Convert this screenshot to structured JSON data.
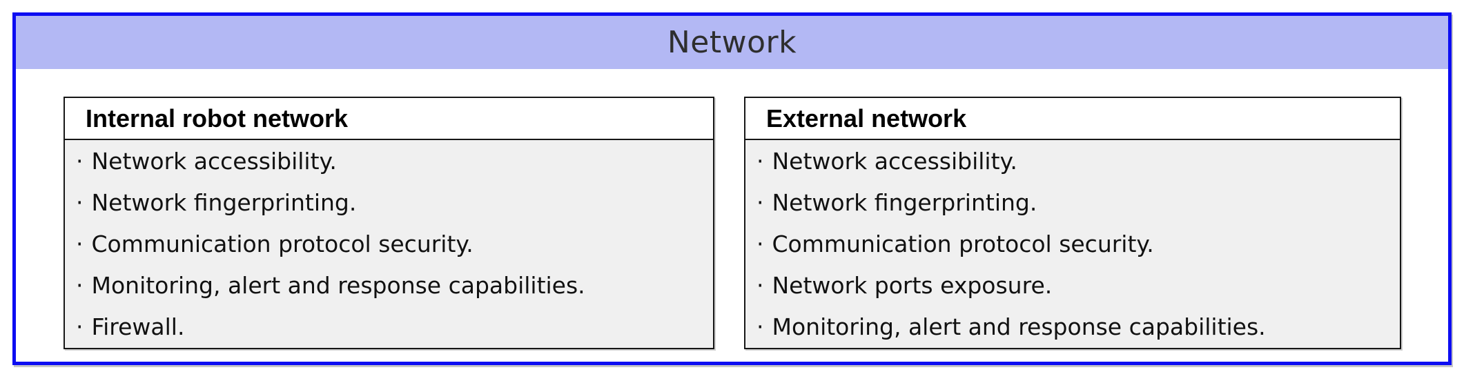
{
  "diagram": {
    "title": "Network",
    "bullet": "·",
    "colors": {
      "frame_border": "#0d0df2",
      "header_band": "#b3b8f4",
      "panel_border": "#161616",
      "panel_body_bg": "#f0f0f0",
      "title_color": "#2e2e2e",
      "text_color": "#111111"
    },
    "panels": [
      {
        "header": "Internal robot network",
        "items": [
          "Network accessibility.",
          "Network fingerprinting.",
          "Communication protocol security.",
          "Monitoring, alert and response capabilities.",
          "Firewall."
        ]
      },
      {
        "header": "External network",
        "items": [
          "Network accessibility.",
          "Network fingerprinting.",
          "Communication protocol security.",
          "Network ports exposure.",
          "Monitoring, alert and response capabilities."
        ]
      }
    ]
  }
}
